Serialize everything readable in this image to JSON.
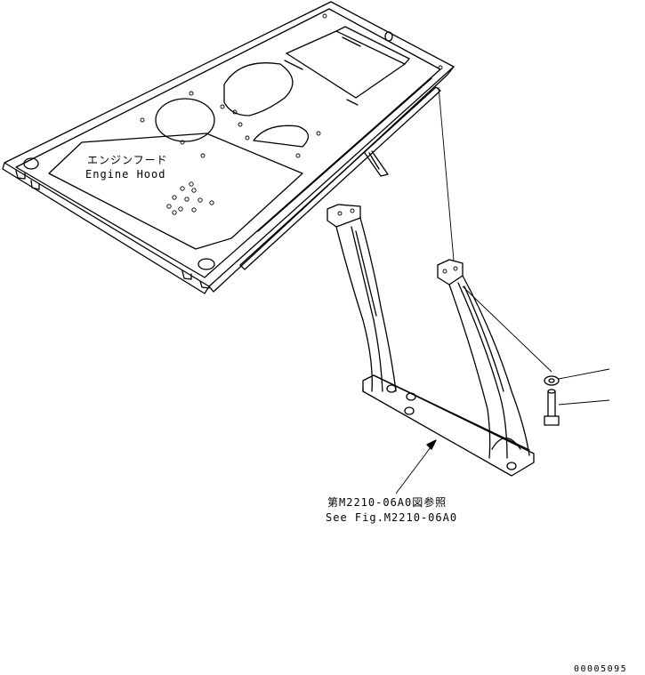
{
  "labels": {
    "hood_jp": "エンジンフード",
    "hood_en": "Engine Hood",
    "ref_jp": "第M2210-06A0図参照",
    "ref_en": "See Fig.M2210-06A0"
  },
  "drawing_number": "00005095"
}
